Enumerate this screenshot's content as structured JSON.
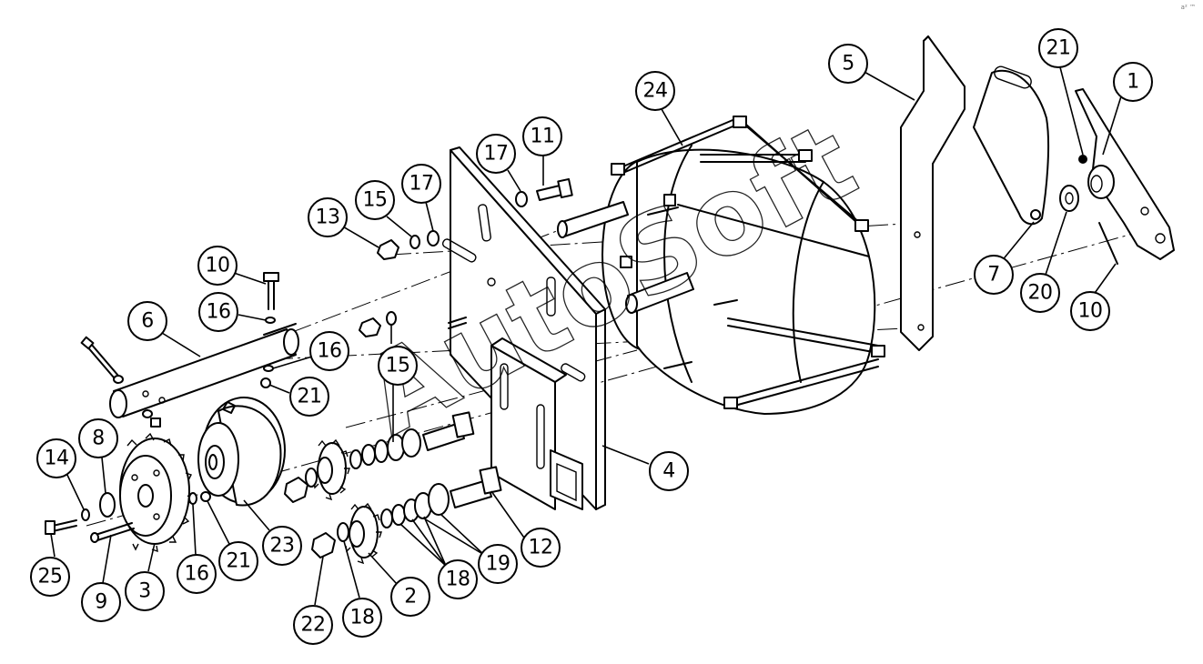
{
  "watermark": "AutoSoft",
  "corner_mark": "a² ™",
  "callouts": [
    {
      "id": "c1",
      "label": "1"
    },
    {
      "id": "c2",
      "label": "2"
    },
    {
      "id": "c3",
      "label": "3"
    },
    {
      "id": "c4",
      "label": "4"
    },
    {
      "id": "c5",
      "label": "5"
    },
    {
      "id": "c6",
      "label": "6"
    },
    {
      "id": "c7",
      "label": "7"
    },
    {
      "id": "c8",
      "label": "8"
    },
    {
      "id": "c9",
      "label": "9"
    },
    {
      "id": "c10a",
      "label": "10"
    },
    {
      "id": "c10b",
      "label": "10"
    },
    {
      "id": "c11",
      "label": "11"
    },
    {
      "id": "c12",
      "label": "12"
    },
    {
      "id": "c13",
      "label": "13"
    },
    {
      "id": "c14",
      "label": "14"
    },
    {
      "id": "c15a",
      "label": "15"
    },
    {
      "id": "c15b",
      "label": "15"
    },
    {
      "id": "c16a",
      "label": "16"
    },
    {
      "id": "c16b",
      "label": "16"
    },
    {
      "id": "c16c",
      "label": "16"
    },
    {
      "id": "c17a",
      "label": "17"
    },
    {
      "id": "c17b",
      "label": "17"
    },
    {
      "id": "c18a",
      "label": "18"
    },
    {
      "id": "c18b",
      "label": "18"
    },
    {
      "id": "c19",
      "label": "19"
    },
    {
      "id": "c20",
      "label": "20"
    },
    {
      "id": "c21a",
      "label": "21"
    },
    {
      "id": "c21b",
      "label": "21"
    },
    {
      "id": "c21c",
      "label": "21"
    },
    {
      "id": "c22",
      "label": "22"
    },
    {
      "id": "c23",
      "label": "23"
    },
    {
      "id": "c24",
      "label": "24"
    },
    {
      "id": "c25",
      "label": "25"
    }
  ]
}
